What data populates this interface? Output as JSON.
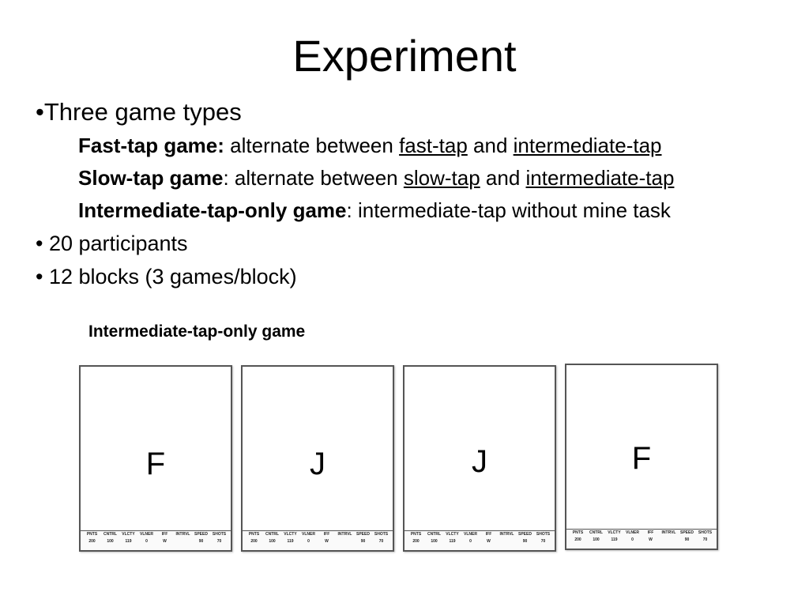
{
  "slide": {
    "title": "Experiment",
    "bullets": {
      "b1": "•Three game types",
      "sub": [
        {
          "bold": "Fast-tap game:",
          "t1": " alternate between ",
          "u1": "fast-tap",
          "t2": " and ",
          "u2": "intermediate-tap"
        },
        {
          "bold": "Slow-tap game",
          "t1": ": alternate between ",
          "u1": "slow-tap",
          "t2": " and ",
          "u2": "intermediate-tap"
        },
        {
          "bold": "Intermediate-tap-only game",
          "t1": ": intermediate-tap without mine task"
        }
      ],
      "b2": "• 20 participants",
      "b3": "• 12 blocks (3 games/block)"
    },
    "caption": "Intermediate-tap-only game",
    "hud_labels": [
      "PNTS",
      "CNTRL",
      "VLCTY",
      "VLNER",
      "IFF",
      "INTRVL",
      "SPEED",
      "SHOTS"
    ],
    "hud_values": [
      "200",
      "100",
      "119",
      "0",
      "W",
      "",
      "90",
      "70"
    ],
    "screens": [
      {
        "key": "F"
      },
      {
        "key": "J"
      },
      {
        "key": "J"
      },
      {
        "key": "F"
      }
    ]
  }
}
